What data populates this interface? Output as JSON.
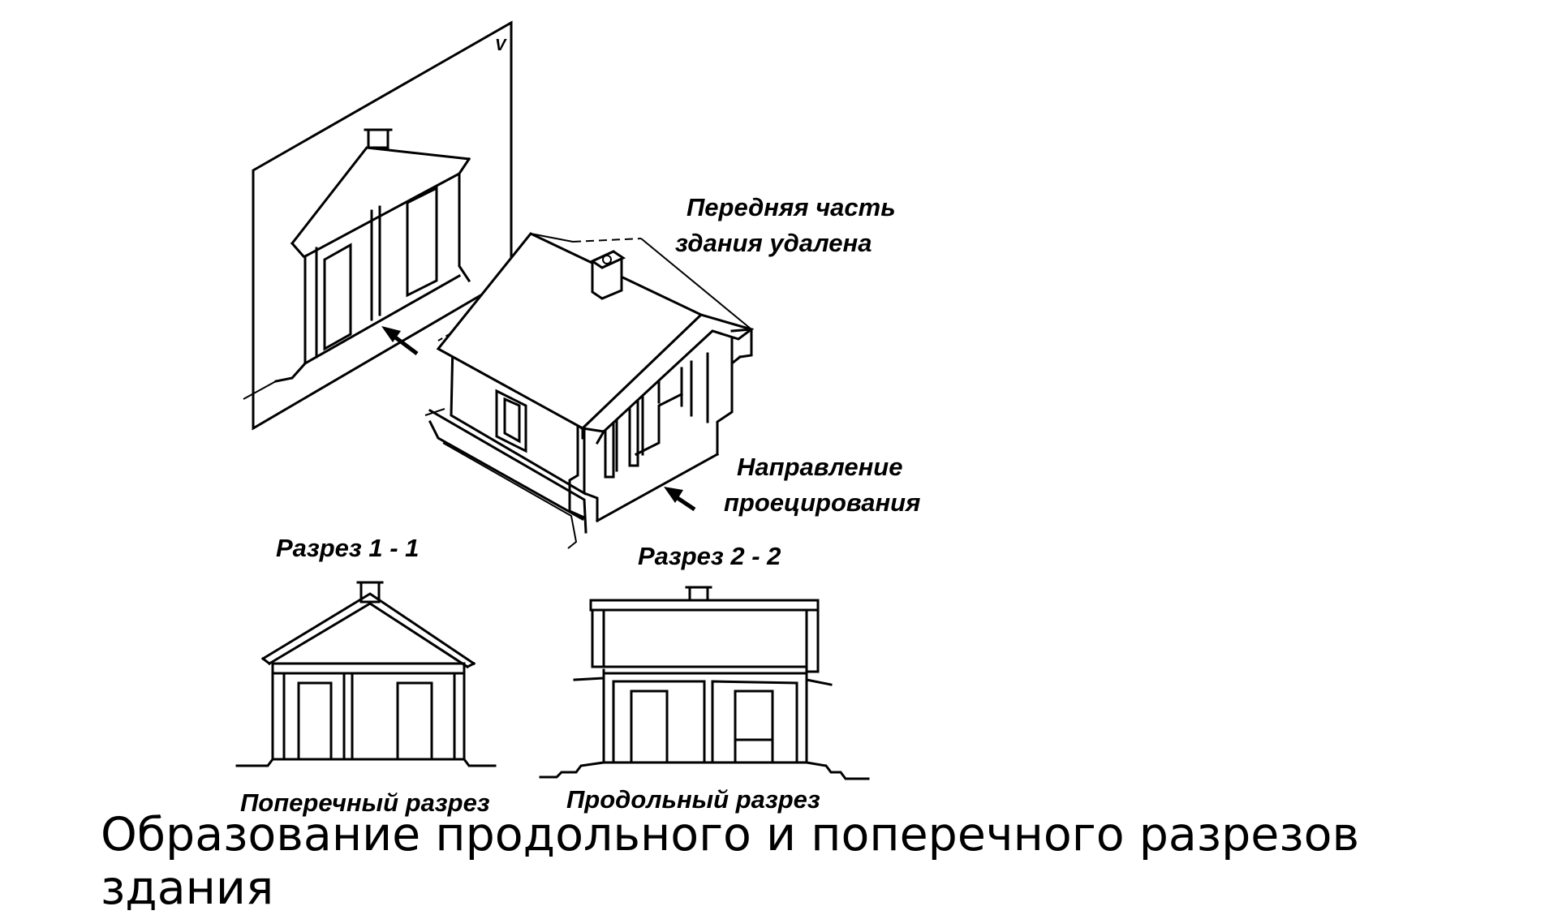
{
  "labels": {
    "front_removed_line1": "Передняя часть",
    "front_removed_line2": "здания удалена",
    "projection_direction_line1": "Направление",
    "projection_direction_line2": "проецирования",
    "section_1_title": "Разрез 1 - 1",
    "section_2_title": "Разрез 2 - 2",
    "plane_letter": "V",
    "cross_section": "Поперечный разрез",
    "longitudinal_section": "Продольный разрез"
  },
  "caption": "Образование продольного и поперечного разрезов здания"
}
